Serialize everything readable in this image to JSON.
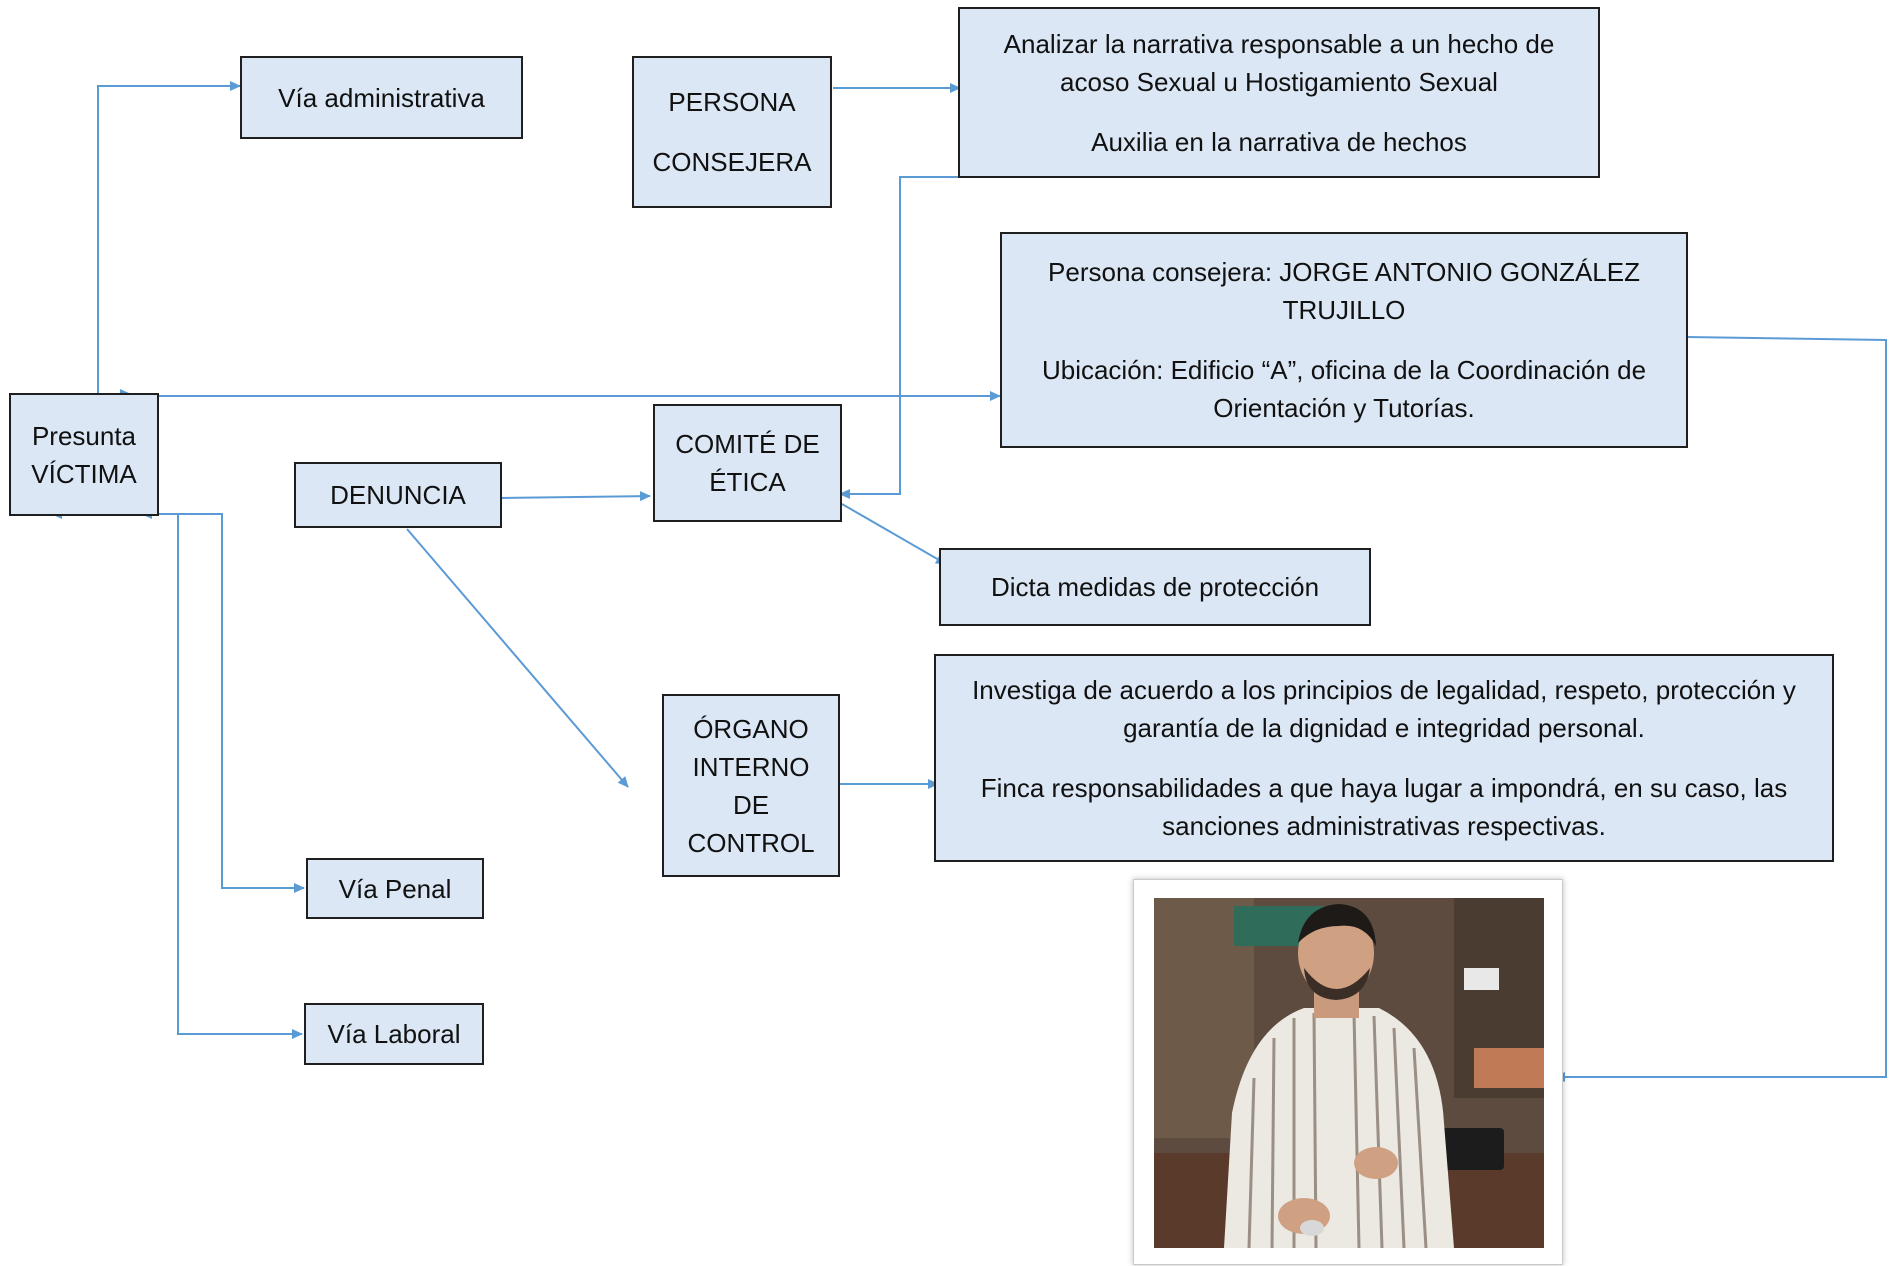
{
  "nodes": {
    "via_administrativa": "Vía administrativa",
    "persona_consejera": [
      "PERSONA",
      "CONSEJERA"
    ],
    "analizar": [
      "Analizar la narrativa responsable a un hecho de acoso Sexual u Hostigamiento Sexual",
      "Auxilia en la narrativa de hechos"
    ],
    "consejera_info": [
      "Persona consejera: JORGE ANTONIO GONZÁLEZ TRUJILLO",
      "Ubicación: Edificio “A”, oficina de la Coordinación de Orientación y Tutorías."
    ],
    "presunta_victima": [
      "Presunta",
      "VÍCTIMA"
    ],
    "denuncia": "DENUNCIA",
    "comite_etica": [
      "COMITÉ DE",
      "ÉTICA"
    ],
    "dicta_medidas": "Dicta medidas de protección",
    "organo_interno": [
      "ÓRGANO",
      "INTERNO",
      "DE",
      "CONTROL"
    ],
    "investiga": [
      "Investiga de acuerdo a los principios de legalidad, respeto, protección y garantía de la dignidad e integridad personal.",
      "Finca responsabilidades a que haya lugar a impondrá, en su caso, las sanciones administrativas respectivas."
    ],
    "via_penal": "Vía Penal",
    "via_laboral": "Vía Laboral"
  },
  "colors": {
    "box_fill": "#dbe7f4",
    "box_border": "#1f1f1f",
    "connector": "#5b9bd5"
  },
  "photo": {
    "icon": "person-photo"
  }
}
